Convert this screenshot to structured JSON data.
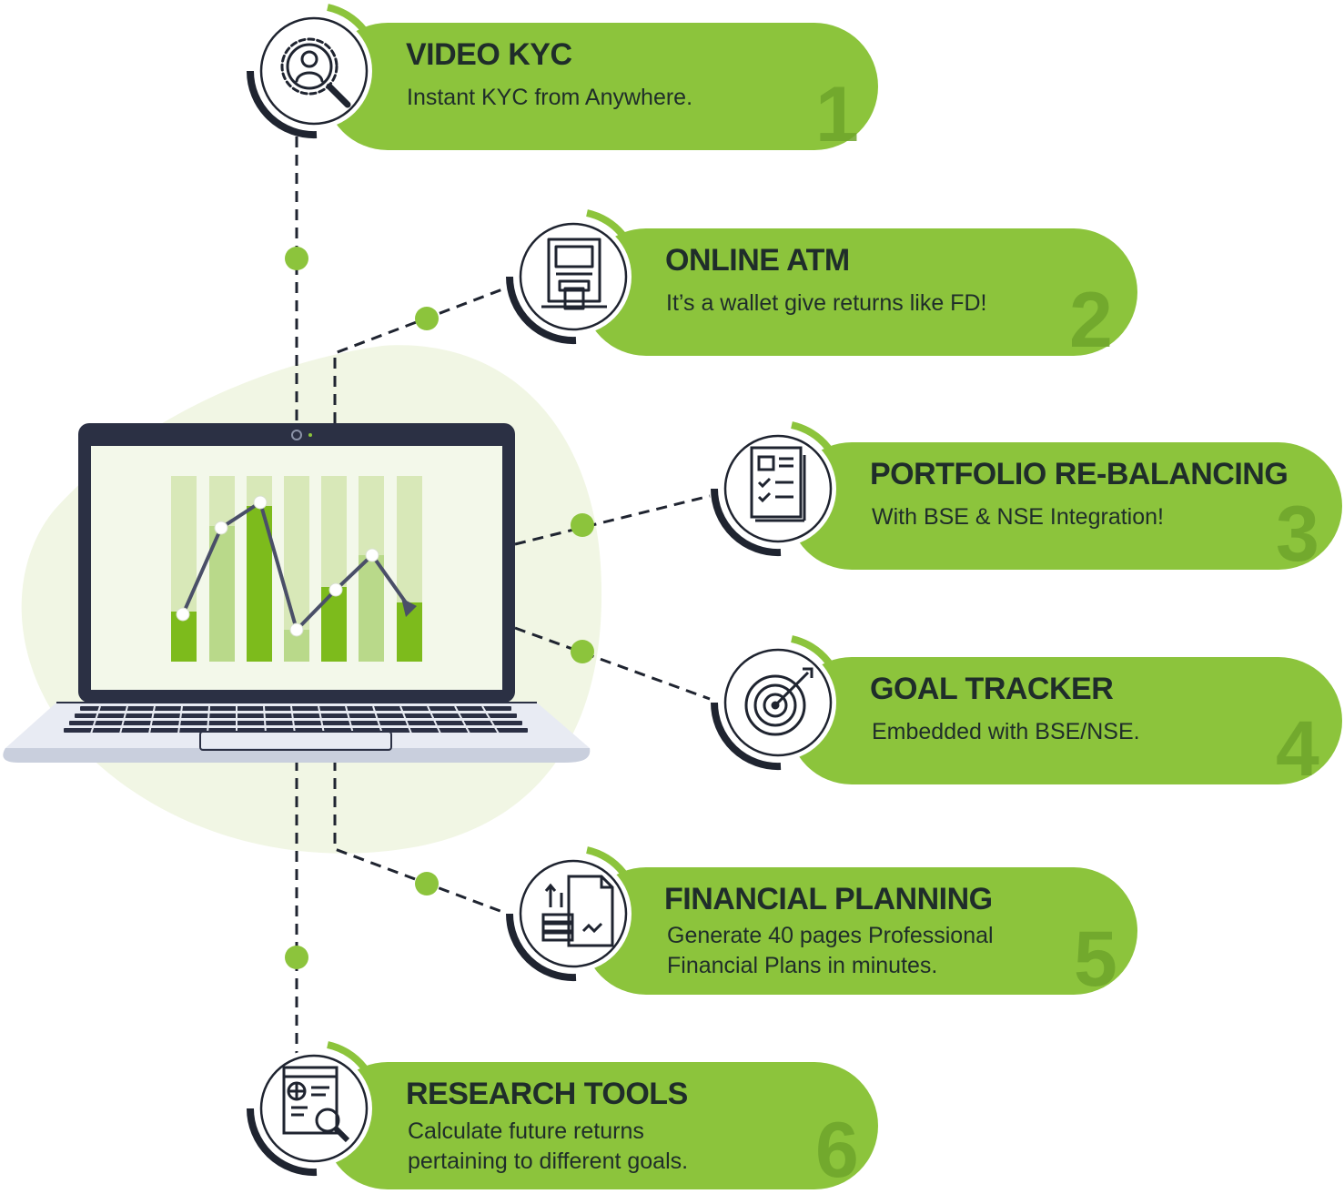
{
  "colors": {
    "accent": "#8cc43c",
    "accent_dark": "#6ea52b",
    "text": "#1f2d2a",
    "outline": "#1f2430",
    "blob": "#f1f6e4"
  },
  "features": [
    {
      "number": "1",
      "title": "VIDEO KYC",
      "description": "Instant KYC from Anywhere.",
      "icon": "user-search-icon"
    },
    {
      "number": "2",
      "title": "ONLINE ATM",
      "description": "It’s a wallet give returns like FD!",
      "icon": "atm-machine-icon"
    },
    {
      "number": "3",
      "title": "PORTFOLIO RE-BALANCING",
      "description": "With BSE & NSE Integration!",
      "icon": "checklist-document-icon"
    },
    {
      "number": "4",
      "title": "GOAL TRACKER",
      "description": "Embedded with BSE/NSE.",
      "icon": "target-arrow-icon"
    },
    {
      "number": "5",
      "title": "FINANCIAL PLANNING",
      "description": "Generate 40 pages Professional\nFinancial Plans in minutes.",
      "icon": "financial-document-icon"
    },
    {
      "number": "6",
      "title": "RESEARCH TOOLS",
      "description": "Calculate future returns\npertaining to different goals.",
      "icon": "research-report-icon"
    }
  ]
}
